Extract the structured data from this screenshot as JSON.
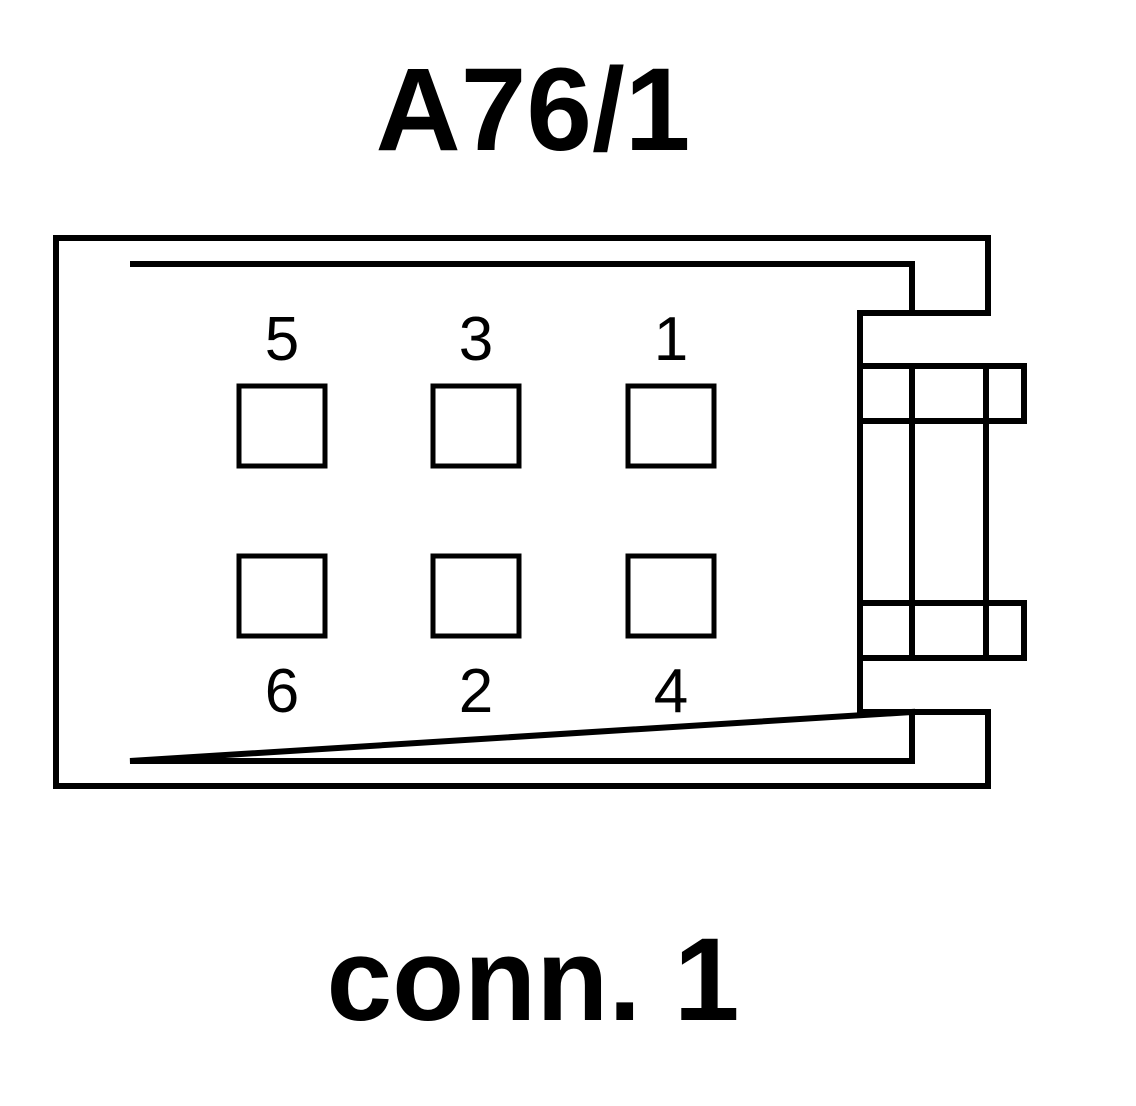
{
  "connector_id": "A76/1",
  "connector_label": "conn. 1",
  "pins": [
    {
      "number": "5",
      "row": "top",
      "column": 0
    },
    {
      "number": "3",
      "row": "top",
      "column": 1
    },
    {
      "number": "1",
      "row": "top",
      "column": 2
    },
    {
      "number": "6",
      "row": "bottom",
      "column": 0
    },
    {
      "number": "2",
      "row": "bottom",
      "column": 1
    },
    {
      "number": "4",
      "row": "bottom",
      "column": 2
    }
  ],
  "colors": {
    "line": "#000000",
    "background": "#ffffff"
  }
}
